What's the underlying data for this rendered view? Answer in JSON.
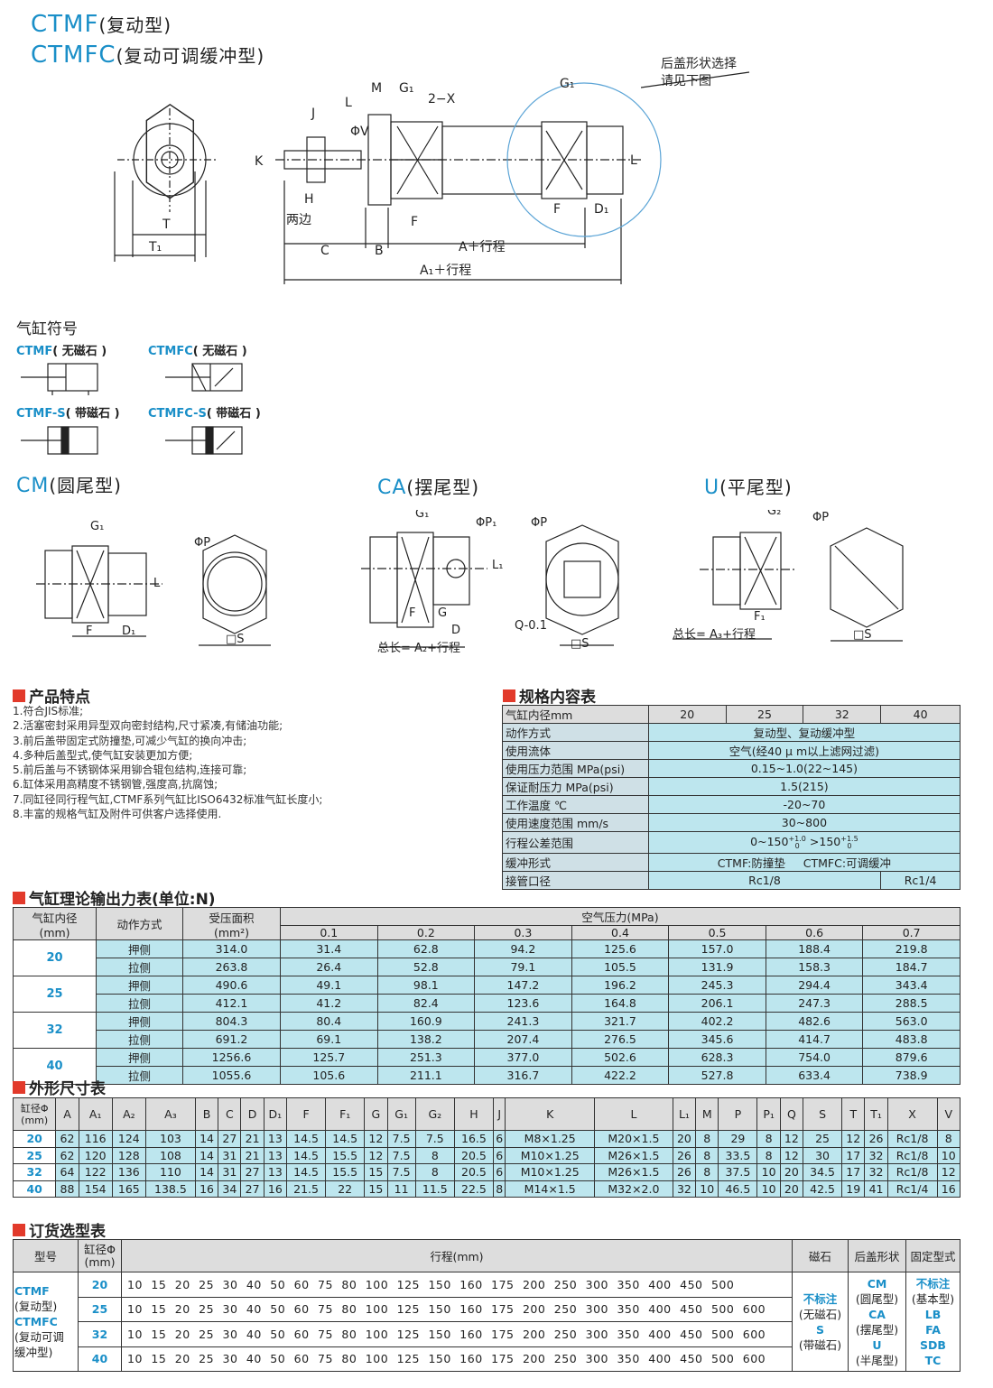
{
  "title": {
    "line1_model": "CTMF",
    "line1_desc": "(复动型)",
    "line2_model": "CTMFC",
    "line2_desc": "(复动可调缓冲型)"
  },
  "diagram_labels": {
    "rear_cover_note_1": "后盖形状选择",
    "rear_cover_note_2": "请见下图",
    "two_sides": "两边",
    "a_plus_stroke": "A＋行程",
    "a1_plus_stroke": "A₁＋行程",
    "ca_total": "总长= A₂+行程",
    "u_total": "总长= A₃+行程",
    "q_tol": "Q-0.1",
    "dims": {
      "J": "J",
      "L": "L",
      "M": "M",
      "G1": "G₁",
      "X2": "2−X",
      "V": "ΦV",
      "K": "K",
      "H": "H",
      "T": "T",
      "T1": "T₁",
      "C": "C",
      "B": "B",
      "F": "F",
      "D1": "D₁",
      "L_right": "L",
      "P": "ΦP",
      "P1": "ΦP₁",
      "S": "□S",
      "G2": "G₂",
      "F1": "F₁",
      "G": "G",
      "D": "D",
      "L1": "L₁"
    }
  },
  "symbols": {
    "heading": "气缸符号",
    "items": [
      {
        "model": "CTMF",
        "note": "( 无磁石 )"
      },
      {
        "model": "CTMFC",
        "note": "( 无磁石 )"
      },
      {
        "model": "CTMF-S",
        "note": "( 带磁石 )"
      },
      {
        "model": "CTMFC-S",
        "note": "( 带磁石 )"
      }
    ]
  },
  "rear_types": [
    {
      "code": "CM",
      "name": "(圆尾型)"
    },
    {
      "code": "CA",
      "name": "(摆尾型)"
    },
    {
      "code": "U",
      "name": "(平尾型)"
    }
  ],
  "features": {
    "heading": "产品特点",
    "items": [
      "1.符合JIS标准;",
      "2.活塞密封采用异型双向密封结构,尺寸紧凑,有储油功能;",
      "3.前后盖带固定式防撞垫,可减少气缸的换向冲击;",
      "4.多种后盖型式,使气缸安装更加方便;",
      "5.前后盖与不锈钢体采用铆合辊包结构,连接可靠;",
      "6.缸体采用高精度不锈钢管,强度高,抗腐蚀;",
      "7.同缸径同行程气缸,CTMF系列气缸比ISO6432标准气缸长度小;",
      "8.丰富的规格气缸及附件可供客户选择使用."
    ]
  },
  "spec": {
    "heading": "规格内容表",
    "bore_label": "气缸内径mm",
    "bores": [
      "20",
      "25",
      "32",
      "40"
    ],
    "rows": [
      {
        "label": "动作方式",
        "value": "复动型、复动缓冲型"
      },
      {
        "label": "使用流体",
        "value": "空气(经40 μ m以上滤网过滤)"
      },
      {
        "label": "使用压力范围 MPa(psi)",
        "value": "0.15~1.0(22~145)"
      },
      {
        "label": "保证耐压力 MPa(psi)",
        "value": "1.5(215)"
      },
      {
        "label": "工作温度 ℃",
        "value": "-20~70"
      },
      {
        "label": "使用速度范围 mm/s",
        "value": "30~800"
      },
      {
        "label": "行程公差范围",
        "value": "0~150 +1.0/0 >150 +1.5/0"
      }
    ],
    "stroke_tol": {
      "a": "0~150",
      "a_up": "+1.0",
      "a_low": "0",
      "b": ">150",
      "b_up": "+1.5",
      "b_low": "0"
    },
    "cushion_label": "缓冲形式",
    "cushion_a": "CTMF:防撞垫",
    "cushion_b": "CTMFC:可调缓冲",
    "port_label": "接管口径",
    "port_a": "Rc1/8",
    "port_b": "Rc1/4"
  },
  "force": {
    "heading": "气缸理论输出力表(单位:N)",
    "h_bore": "气缸内径",
    "h_bore_unit": "(mm)",
    "h_action": "动作方式",
    "h_area": "受压面积",
    "h_area_unit": "(mm²)",
    "h_pressure": "空气压力(MPa)",
    "pressures": [
      "0.1",
      "0.2",
      "0.3",
      "0.4",
      "0.5",
      "0.6",
      "0.7"
    ],
    "rows": [
      {
        "bore": "20",
        "action": "押侧",
        "area": "314.0",
        "vals": [
          "31.4",
          "62.8",
          "94.2",
          "125.6",
          "157.0",
          "188.4",
          "219.8"
        ]
      },
      {
        "bore": "20",
        "action": "拉侧",
        "area": "263.8",
        "vals": [
          "26.4",
          "52.8",
          "79.1",
          "105.5",
          "131.9",
          "158.3",
          "184.7"
        ]
      },
      {
        "bore": "25",
        "action": "押侧",
        "area": "490.6",
        "vals": [
          "49.1",
          "98.1",
          "147.2",
          "196.2",
          "245.3",
          "294.4",
          "343.4"
        ]
      },
      {
        "bore": "25",
        "action": "拉侧",
        "area": "412.1",
        "vals": [
          "41.2",
          "82.4",
          "123.6",
          "164.8",
          "206.1",
          "247.3",
          "288.5"
        ]
      },
      {
        "bore": "32",
        "action": "押侧",
        "area": "804.3",
        "vals": [
          "80.4",
          "160.9",
          "241.3",
          "321.7",
          "402.2",
          "482.6",
          "563.0"
        ]
      },
      {
        "bore": "32",
        "action": "拉侧",
        "area": "691.2",
        "vals": [
          "69.1",
          "138.2",
          "207.4",
          "276.5",
          "345.6",
          "414.7",
          "483.8"
        ]
      },
      {
        "bore": "40",
        "action": "押侧",
        "area": "1256.6",
        "vals": [
          "125.7",
          "251.3",
          "377.0",
          "502.6",
          "628.3",
          "754.0",
          "879.6"
        ]
      },
      {
        "bore": "40",
        "action": "拉侧",
        "area": "1055.6",
        "vals": [
          "105.6",
          "211.1",
          "316.7",
          "422.2",
          "527.8",
          "633.4",
          "738.9"
        ]
      }
    ]
  },
  "dims": {
    "heading": "外形尺寸表",
    "h_bore": "缸径Φ",
    "h_bore_unit": "(mm)",
    "cols": [
      "A",
      "A₁",
      "A₂",
      "A₃",
      "B",
      "C",
      "D",
      "D₁",
      "F",
      "F₁",
      "G",
      "G₁",
      "G₂",
      "H",
      "J",
      "K",
      "L",
      "L₁",
      "M",
      "P",
      "P₁",
      "Q",
      "S",
      "T",
      "T₁",
      "X",
      "V"
    ],
    "rows": [
      [
        "20",
        "62",
        "116",
        "124",
        "103",
        "14",
        "27",
        "21",
        "13",
        "14.5",
        "14.5",
        "12",
        "7.5",
        "7.5",
        "16.5",
        "6",
        "M8×1.25",
        "M20×1.5",
        "20",
        "8",
        "29",
        "8",
        "12",
        "25",
        "12",
        "26",
        "Rc1/8",
        "8"
      ],
      [
        "25",
        "62",
        "120",
        "128",
        "108",
        "14",
        "31",
        "21",
        "13",
        "14.5",
        "15.5",
        "12",
        "7.5",
        "8",
        "20.5",
        "6",
        "M10×1.25",
        "M26×1.5",
        "26",
        "8",
        "33.5",
        "8",
        "12",
        "30",
        "17",
        "32",
        "Rc1/8",
        "10"
      ],
      [
        "32",
        "64",
        "122",
        "136",
        "110",
        "14",
        "31",
        "27",
        "13",
        "14.5",
        "15.5",
        "15",
        "7.5",
        "8",
        "20.5",
        "6",
        "M10×1.25",
        "M26×1.5",
        "26",
        "8",
        "37.5",
        "10",
        "20",
        "34.5",
        "17",
        "32",
        "Rc1/8",
        "12"
      ],
      [
        "40",
        "88",
        "154",
        "165",
        "138.5",
        "16",
        "34",
        "27",
        "16",
        "21.5",
        "22",
        "15",
        "11",
        "11.5",
        "22.5",
        "8",
        "M14×1.5",
        "M32×2.0",
        "32",
        "10",
        "46.5",
        "10",
        "20",
        "42.5",
        "19",
        "41",
        "Rc1/4",
        "16"
      ]
    ]
  },
  "order": {
    "heading": "订货选型表",
    "h_model": "型号",
    "h_bore": "缸径Φ",
    "h_bore_unit": "(mm)",
    "h_stroke": "行程(mm)",
    "h_magnet": "磁石",
    "h_rear": "后盖形状",
    "h_mount": "固定型式",
    "model_a": "CTMF",
    "model_a_desc": "(复动型)",
    "model_b": "CTMFC",
    "model_b_desc1": "(复动可调",
    "model_b_desc2": "缓冲型)",
    "rows": [
      {
        "bore": "20",
        "strokes": "10 15 20 25 30 40 50 60 75 80 100 125 150 160 175 200 250 300 350 400 450 500"
      },
      {
        "bore": "25",
        "strokes": "10 15 20 25 30 40 50 60 75 80 100 125 150 160 175 200 250 300 350 400 450 500 600"
      },
      {
        "bore": "32",
        "strokes": "10 15 20 25 30 40 50 60 75 80 100 125 150 160 175 200 250 300 350 400 450 500 600"
      },
      {
        "bore": "40",
        "strokes": "10 15 20 25 30 40 50 60 75 80 100 125 150 160 175 200 250 300 350 400 450 500 600"
      }
    ],
    "magnet": [
      "不标注",
      "(无磁石)",
      "S",
      "(带磁石)"
    ],
    "rear": [
      "CM",
      "(圆尾型)",
      "CA",
      "(摆尾型)",
      "U",
      "(半尾型)"
    ],
    "mount": [
      "不标注",
      "(基本型)",
      "LB",
      "FA",
      "SDB",
      "TC"
    ]
  }
}
